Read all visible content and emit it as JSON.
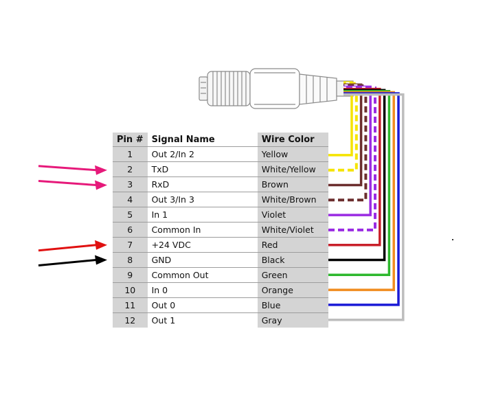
{
  "table": {
    "headers": {
      "pin": "Pin #",
      "signal": "Signal Name",
      "wire": "Wire Color"
    },
    "rows": [
      {
        "pin": "1",
        "signal": "Out 2/In 2",
        "wire": "Yellow",
        "color": "#f5e400",
        "style": "solid",
        "stripe": ""
      },
      {
        "pin": "2",
        "signal": "TxD",
        "wire": "White/Yellow",
        "color": "#f5e400",
        "style": "dashed",
        "stripe": "#ffffff"
      },
      {
        "pin": "3",
        "signal": "RxD",
        "wire": "Brown",
        "color": "#6b2e2e",
        "style": "solid",
        "stripe": ""
      },
      {
        "pin": "4",
        "signal": "Out 3/In 3",
        "wire": "White/Brown",
        "color": "#6b2e2e",
        "style": "dashed",
        "stripe": "#ffffff"
      },
      {
        "pin": "5",
        "signal": "In 1",
        "wire": "Violet",
        "color": "#9a2be2",
        "style": "solid",
        "stripe": ""
      },
      {
        "pin": "6",
        "signal": "Common In",
        "wire": "White/Violet",
        "color": "#9a2be2",
        "style": "dashed",
        "stripe": "#ffffff"
      },
      {
        "pin": "7",
        "signal": "+24 VDC",
        "wire": "Red",
        "color": "#c8202a",
        "style": "solid",
        "stripe": ""
      },
      {
        "pin": "8",
        "signal": "GND",
        "wire": "Black",
        "color": "#000000",
        "style": "solid",
        "stripe": ""
      },
      {
        "pin": "9",
        "signal": "Common Out",
        "wire": "Green",
        "color": "#2eb82e",
        "style": "solid",
        "stripe": ""
      },
      {
        "pin": "10",
        "signal": "In 0",
        "wire": "Orange",
        "color": "#f08c1e",
        "style": "solid",
        "stripe": ""
      },
      {
        "pin": "11",
        "signal": "Out 0",
        "wire": "Blue",
        "color": "#1a1ad6",
        "style": "solid",
        "stripe": ""
      },
      {
        "pin": "12",
        "signal": "Out 1",
        "wire": "Gray",
        "color": "#bdbdbd",
        "style": "solid",
        "stripe": ""
      }
    ]
  },
  "arrows": [
    {
      "row": 2,
      "color": "#e6197a"
    },
    {
      "row": 3,
      "color": "#e6197a"
    },
    {
      "row": 7,
      "color": "#e01010"
    },
    {
      "row": 8,
      "color": "#000000"
    }
  ]
}
